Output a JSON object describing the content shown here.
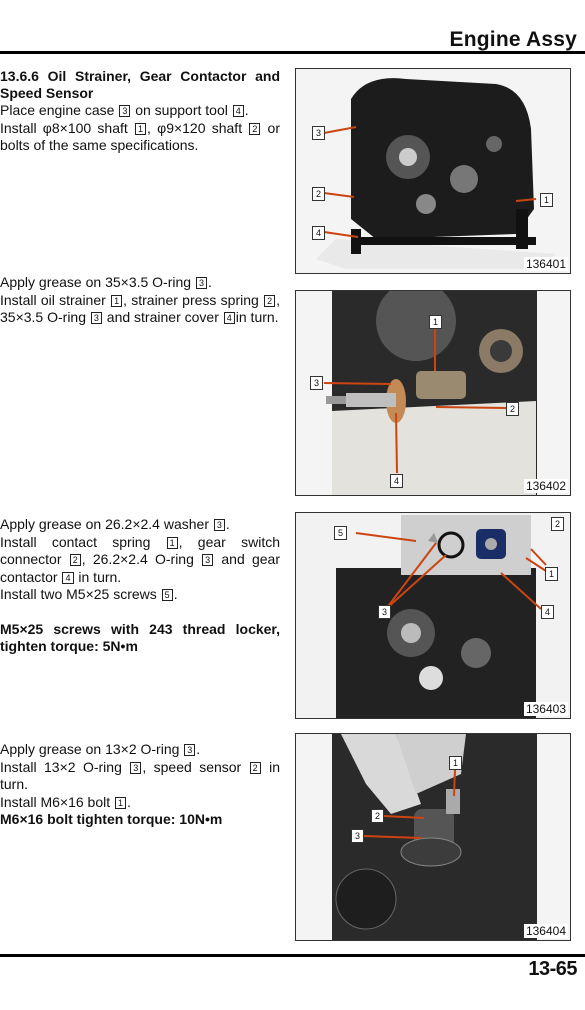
{
  "header": {
    "title": "Engine Assy"
  },
  "footer": {
    "page_number": "13-65"
  },
  "sections": [
    {
      "title": "13.6.6 Oil Strainer, Gear Contactor and Speed Sensor",
      "line1_a": "Place engine case ",
      "line1_b": " on support tool ",
      "line1_c": ".",
      "line2_a": "Install φ8×100 shaft ",
      "line2_b": ", φ9×120 shaft ",
      "line2_c": " or bolts of the same specifications.",
      "figure_id": "136401",
      "callouts": [
        "1",
        "2",
        "3",
        "4"
      ]
    },
    {
      "line1_a": "Apply grease on 35×3.5 O-ring ",
      "line1_b": ".",
      "line2_a": "Install oil strainer ",
      "line2_b": ", strainer press spring ",
      "line2_c": ", 35×3.5 O-ring ",
      "line2_d": " and strainer cover ",
      "line2_e": "in turn.",
      "figure_id": "136402",
      "callouts": [
        "1",
        "2",
        "3",
        "4"
      ]
    },
    {
      "line1_a": "Apply grease on 26.2×2.4 washer ",
      "line1_b": ".",
      "line2_a": "Install contact spring ",
      "line2_b": ", gear switch connector ",
      "line2_c": ", 26.2×2.4 O-ring ",
      "line2_d": " and gear contactor ",
      "line2_e": " in turn.",
      "line3_a": "Install two M5×25 screws ",
      "line3_b": ".",
      "note": "M5×25 screws with 243 thread locker, tighten torque: 5N•m",
      "figure_id": "136403",
      "callouts": [
        "1",
        "2",
        "3",
        "4",
        "5"
      ]
    },
    {
      "line1_a": "Apply grease on 13×2 O-ring ",
      "line1_b": ".",
      "line2_a": "Install 13×2 O-ring ",
      "line2_b": ", speed sensor ",
      "line2_c": " in turn.",
      "line3_a": "Install M6×16 bolt ",
      "line3_b": ".",
      "note": "M6×16 bolt tighten torque: 10N•m",
      "figure_id": "136404",
      "callouts": [
        "1",
        "2",
        "3"
      ]
    }
  ]
}
